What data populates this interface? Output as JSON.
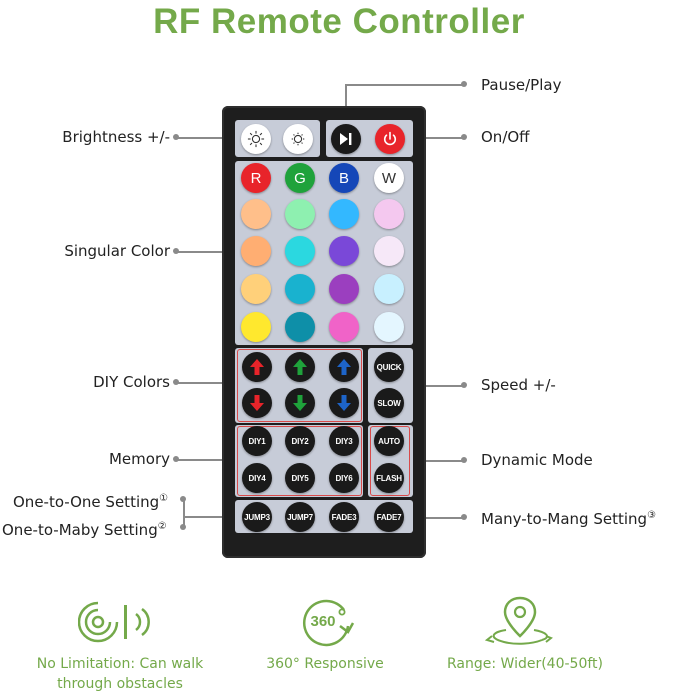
{
  "title": "RF Remote Controller",
  "labels": {
    "pause_play": "Pause/Play",
    "brightness": "Brightness +/-",
    "on_off": "On/Off",
    "singular_color": "Singular Color",
    "diy_colors": "DIY Colors",
    "speed": "Speed +/-",
    "memory": "Memory",
    "dynamic_mode": "Dynamic Mode",
    "one_to_one": "One-to-One Setting",
    "one_to_one_mark": "①",
    "one_to_maby": "One-to-Maby Setting",
    "one_to_maby_mark": "②",
    "many_to_mang": "Many-to-Mang Setting",
    "many_to_mang_mark": "③"
  },
  "remote": {
    "rgbw": [
      "R",
      "G",
      "B",
      "W"
    ],
    "rgbw_colors": [
      "#e8242a",
      "#1fa23b",
      "#1547b8",
      "#ffffff"
    ],
    "color_grid": [
      [
        "#ffbf8a",
        "#8ef0b0",
        "#33b8ff",
        "#f4c8ef"
      ],
      [
        "#ffae72",
        "#2bd8e0",
        "#7a48d8",
        "#f6e8f8"
      ],
      [
        "#ffd07a",
        "#19b2cf",
        "#9b3fbf",
        "#c8f0ff"
      ],
      [
        "#ffe82e",
        "#0e8fa8",
        "#f063c8",
        "#e4f6ff"
      ]
    ],
    "speed": {
      "quick": "QUICK",
      "slow": "SLOW"
    },
    "memory": [
      "DIY1",
      "DIY2",
      "DIY3",
      "DIY4",
      "DIY5",
      "DIY6"
    ],
    "dynamic": {
      "auto": "AUTO",
      "flash": "FLASH"
    },
    "bottom_row": [
      "JUMP3",
      "JUMP7",
      "FADE3",
      "FADE7"
    ],
    "arrow_colors": {
      "red": "#e8242a",
      "green": "#1fa23b",
      "blue": "#1d64c8"
    }
  },
  "features": [
    {
      "line1": "No Limitation: Can walk",
      "line2": "through obstacles",
      "icon": "signal-through-wall-icon"
    },
    {
      "line1": "360° Responsive",
      "line2": "",
      "icon": "360-degree-icon",
      "badge": "360"
    },
    {
      "line1": "Range: Wider(40-50ft)",
      "line2": "",
      "icon": "location-range-icon"
    }
  ],
  "accent": "#74a94a"
}
